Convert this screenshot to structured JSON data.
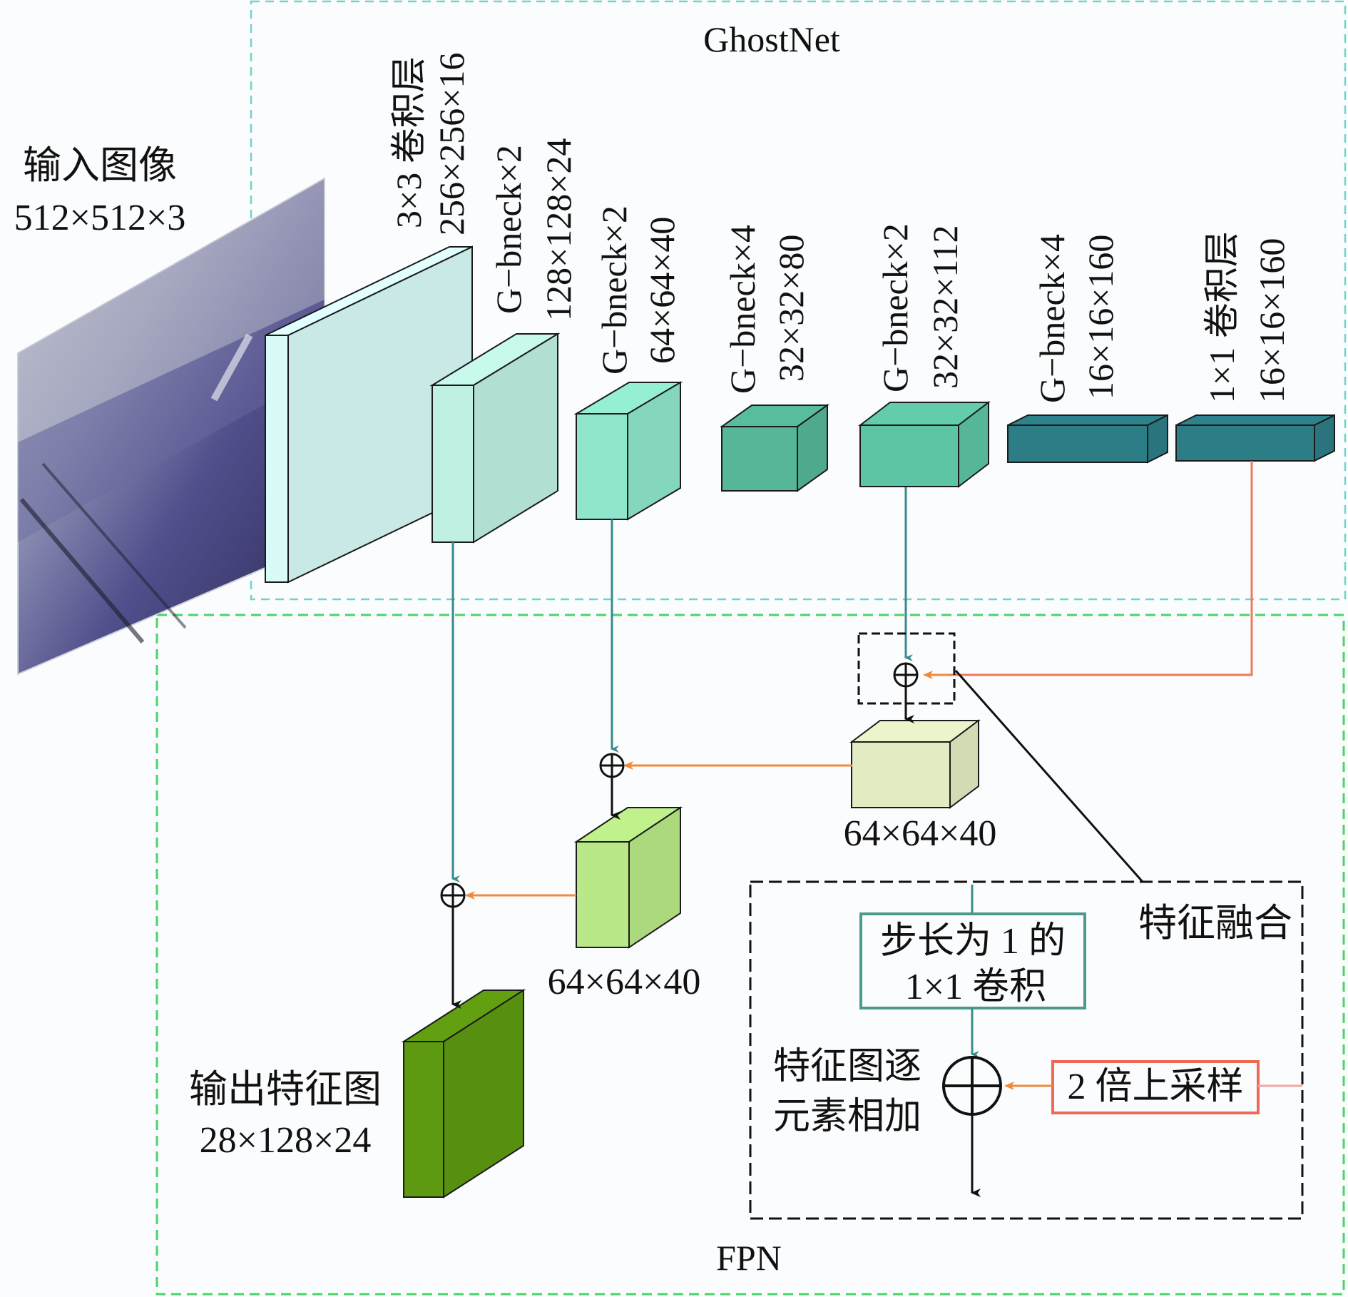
{
  "title_backbone": "GhostNet",
  "title_neck": "FPN",
  "input": {
    "line1": "输入图像",
    "line2": "512×512×3"
  },
  "layers": [
    {
      "line1": "3×3 卷积层",
      "line2": "256×256×16",
      "color": "#d8fbf7"
    },
    {
      "line1": "G−bneck×2",
      "line2": "128×128×24",
      "color": "#bff0e3"
    },
    {
      "line1": "G−bneck×2",
      "line2": "64×64×40",
      "color": "#8fe6cc"
    },
    {
      "line1": "G−bneck×4",
      "line2": "32×32×80",
      "color": "#55b698"
    },
    {
      "line1": "G−bneck×2",
      "line2": "32×32×112",
      "color": "#5ec4a6"
    },
    {
      "line1": "G−bneck×4",
      "line2": "16×16×160",
      "color": "#2c7d86"
    },
    {
      "line1": "1×1 卷积层",
      "line2": "16×16×160",
      "color": "#2c7d86"
    }
  ],
  "fpn_maps": [
    {
      "label": "64×64×40",
      "color": "#e3ebc3"
    },
    {
      "label": "64×64×40",
      "color": "#b9e888"
    }
  ],
  "output": {
    "line1": "输出特征图",
    "line2": "28×128×24",
    "color": "#5e9a11"
  },
  "legend": {
    "title": "特征融合",
    "conv_line1": "步长为 1 的",
    "conv_line2": "1×1 卷积",
    "add_line1": "特征图逐",
    "add_line2": "元素相加",
    "upsample": "2 倍上采样"
  },
  "colors": {
    "backbone_border": "#6fd3cf",
    "fpn_border": "#4cd36a",
    "lateral_arrow": "#3a8a8c",
    "upsample_arrow": "#f08a3a",
    "top_path": "#ee7a5c",
    "legend_box_teal": "#4b9a8c",
    "legend_box_red": "#ef6a55"
  }
}
